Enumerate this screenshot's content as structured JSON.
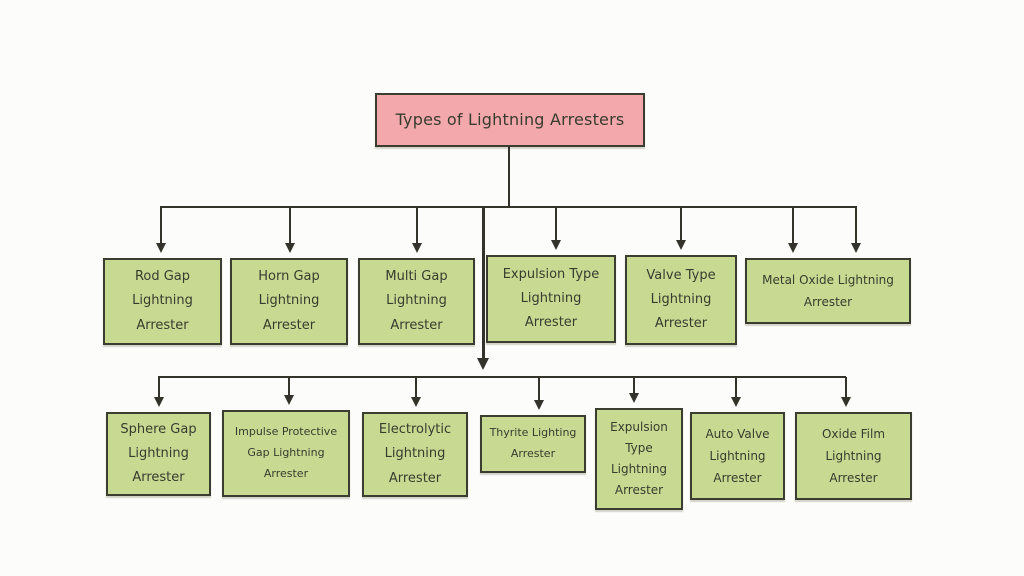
{
  "diagram": {
    "title": "Types of Lightning Arresters flowchart",
    "root": {
      "label": "Types of Lightning Arresters"
    },
    "row1": [
      {
        "label": "Rod Gap\nLightning\nArrester"
      },
      {
        "label": "Horn Gap\nLightning\nArrester"
      },
      {
        "label": "Multi Gap\nLightning\nArrester"
      },
      {
        "label": "Expulsion Type\nLightning\nArrester"
      },
      {
        "label": "Valve Type\nLightning\nArrester"
      },
      {
        "label": "Metal Oxide Lightning\nArrester"
      }
    ],
    "row2": [
      {
        "label": "Sphere Gap\nLightning\nArrester"
      },
      {
        "label": "Impulse Protective\nGap Lightning\nArrester"
      },
      {
        "label": "Electrolytic\nLightning\nArrester"
      },
      {
        "label": "Thyrite Lighting\nArrester"
      },
      {
        "label": "Expulsion\nType\nLightning\nArrester"
      },
      {
        "label": "Auto Valve\nLightning\nArrester"
      },
      {
        "label": "Oxide Film\nLightning\nArrester"
      }
    ]
  },
  "colors": {
    "bg": "#fcfcfa",
    "root-fill": "#f3a8ab",
    "node-fill": "#c8da92",
    "border": "#3c3d31",
    "line": "#33332b",
    "text": "#383c2f"
  }
}
